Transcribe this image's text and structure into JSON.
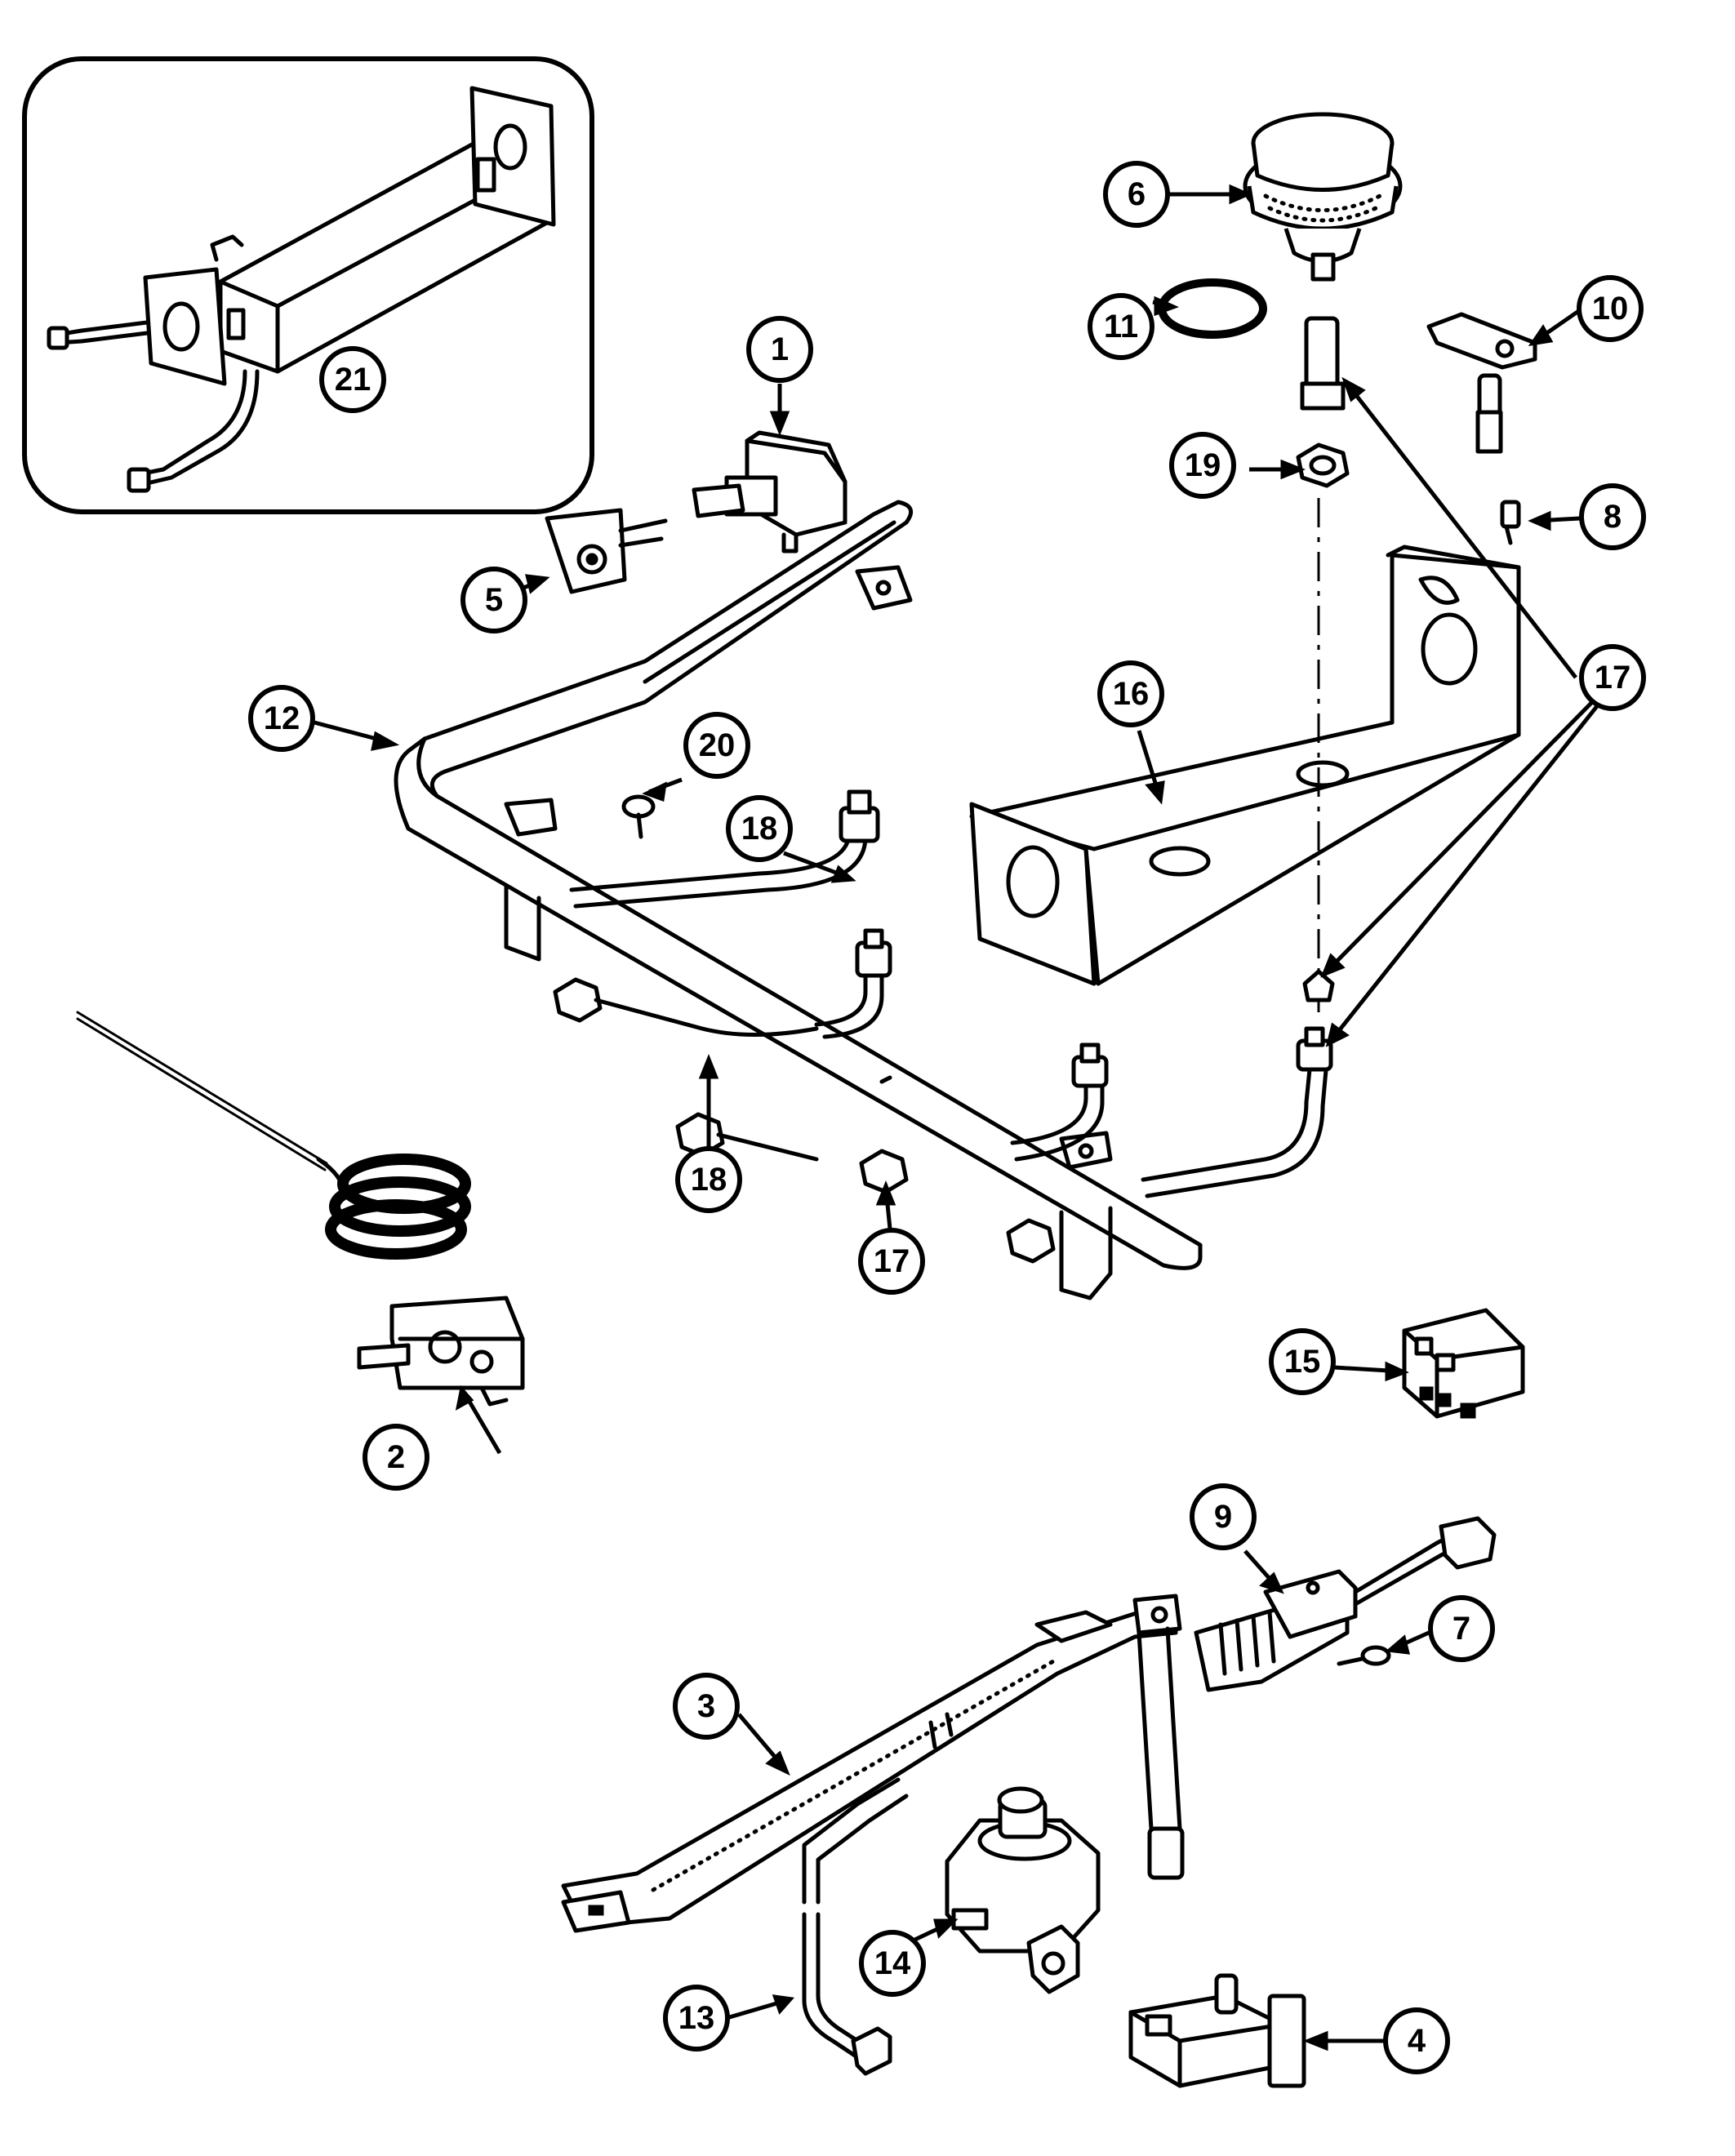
{
  "callouts": [
    {
      "key": "c1",
      "label": "1"
    },
    {
      "key": "c2",
      "label": "2"
    },
    {
      "key": "c3",
      "label": "3"
    },
    {
      "key": "c4",
      "label": "4"
    },
    {
      "key": "c5",
      "label": "5"
    },
    {
      "key": "c6",
      "label": "6"
    },
    {
      "key": "c7",
      "label": "7"
    },
    {
      "key": "c8",
      "label": "8"
    },
    {
      "key": "c9",
      "label": "9"
    },
    {
      "key": "c10",
      "label": "10"
    },
    {
      "key": "c11",
      "label": "11"
    },
    {
      "key": "c12",
      "label": "12"
    },
    {
      "key": "c13",
      "label": "13"
    },
    {
      "key": "c14",
      "label": "14"
    },
    {
      "key": "c15",
      "label": "15"
    },
    {
      "key": "c16",
      "label": "16"
    },
    {
      "key": "c17a",
      "label": "17"
    },
    {
      "key": "c17b",
      "label": "17"
    },
    {
      "key": "c18a",
      "label": "18"
    },
    {
      "key": "c18b",
      "label": "18"
    },
    {
      "key": "c19",
      "label": "19"
    },
    {
      "key": "c20",
      "label": "20"
    },
    {
      "key": "c21",
      "label": "21"
    }
  ]
}
